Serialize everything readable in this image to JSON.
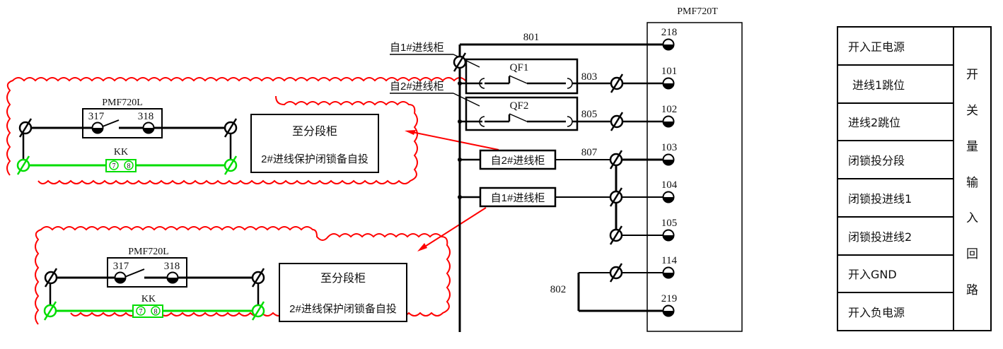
{
  "device_main": {
    "label": "PMF720T",
    "terminals": [
      "218",
      "101",
      "102",
      "103",
      "104",
      "105",
      "114",
      "219"
    ]
  },
  "wires": {
    "w801": "801",
    "w803": "803",
    "w805": "805",
    "w807": "807",
    "w802": "802"
  },
  "sources": {
    "src1": "自1#进线柜",
    "src2": "自2#进线柜"
  },
  "breakers": {
    "qf1": "QF1",
    "qf2": "QF2"
  },
  "contact_boxes": {
    "box_top": "自2#进线柜",
    "box_bottom": "自1#进线柜"
  },
  "detail_top": {
    "device": "PMF720L",
    "pin_a": "317",
    "pin_b": "318",
    "switch": "KK",
    "switch_pin_a": "7",
    "switch_pin_b": "8",
    "note_line1": "至分段柜",
    "note_line2": "2#进线保护闭锁备自投"
  },
  "detail_bottom": {
    "device": "PMF720L",
    "pin_a": "317",
    "pin_b": "318",
    "switch": "KK",
    "switch_pin_a": "7",
    "switch_pin_b": "8",
    "note_line1": "至分段柜",
    "note_line2": "2#进线保护闭锁备自投"
  },
  "legend_table": {
    "rows": [
      "开入正电源",
      "进线1跳位",
      "进线2跳位",
      "闭锁投分段",
      "闭锁投进线1",
      "闭锁投进线2",
      "开入GND",
      "开入负电源"
    ],
    "side_title": [
      "开",
      "关",
      "量",
      "输",
      "入",
      "回",
      "路"
    ]
  },
  "colors": {
    "cloud": "#ff0000",
    "switch": "#00dd00",
    "wire": "#000000"
  }
}
